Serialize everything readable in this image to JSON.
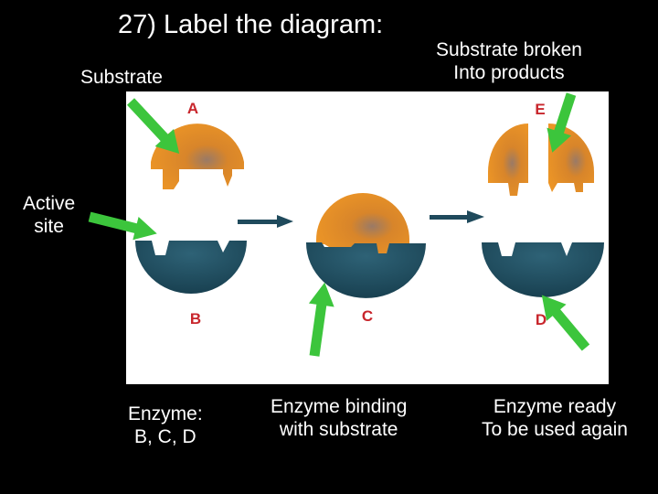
{
  "title": "27)  Label the diagram:",
  "annotations": {
    "substrate": "Substrate",
    "substrate_broken": [
      "Substrate broken",
      "Into products"
    ],
    "active_site": [
      "Active",
      "site"
    ],
    "enzyme": [
      "Enzyme:",
      "B, C, D"
    ],
    "enzyme_binding": [
      "Enzyme binding",
      "with substrate"
    ],
    "enzyme_ready": [
      "Enzyme ready",
      "To be used again"
    ]
  },
  "letters": {
    "a": "A",
    "b": "B",
    "c": "C",
    "d": "D",
    "e": "E"
  },
  "colors": {
    "background": "#000000",
    "panel": "#ffffff",
    "substrate": "#e58a1f",
    "enzyme": "#1f4a5c",
    "pointer_arrow": "#3cc53c",
    "flow_arrow": "#1f4a5c",
    "letter": "#c8262c"
  },
  "icons": {
    "pointer": "green-arrow-icon",
    "flow": "dark-arrow-icon"
  }
}
